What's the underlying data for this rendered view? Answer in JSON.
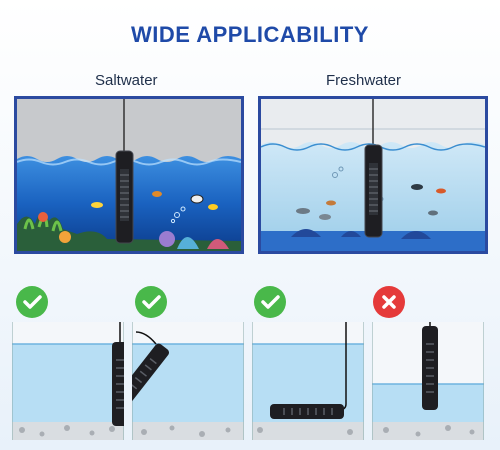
{
  "title": "WIDE APPLICABILITY",
  "panels": [
    {
      "label": "Saltwater"
    },
    {
      "label": "Freshwater"
    }
  ],
  "placements": [
    {
      "status": "correct",
      "icon": "check-icon"
    },
    {
      "status": "correct",
      "icon": "check-icon"
    },
    {
      "status": "correct",
      "icon": "check-icon"
    },
    {
      "status": "incorrect",
      "icon": "x-icon"
    }
  ],
  "colors": {
    "title": "#1f4aa8",
    "tank_frame": "#2b4aa0",
    "check_green": "#49b84a",
    "x_red": "#e53a3a",
    "water_blue": "#2a7fd0"
  }
}
